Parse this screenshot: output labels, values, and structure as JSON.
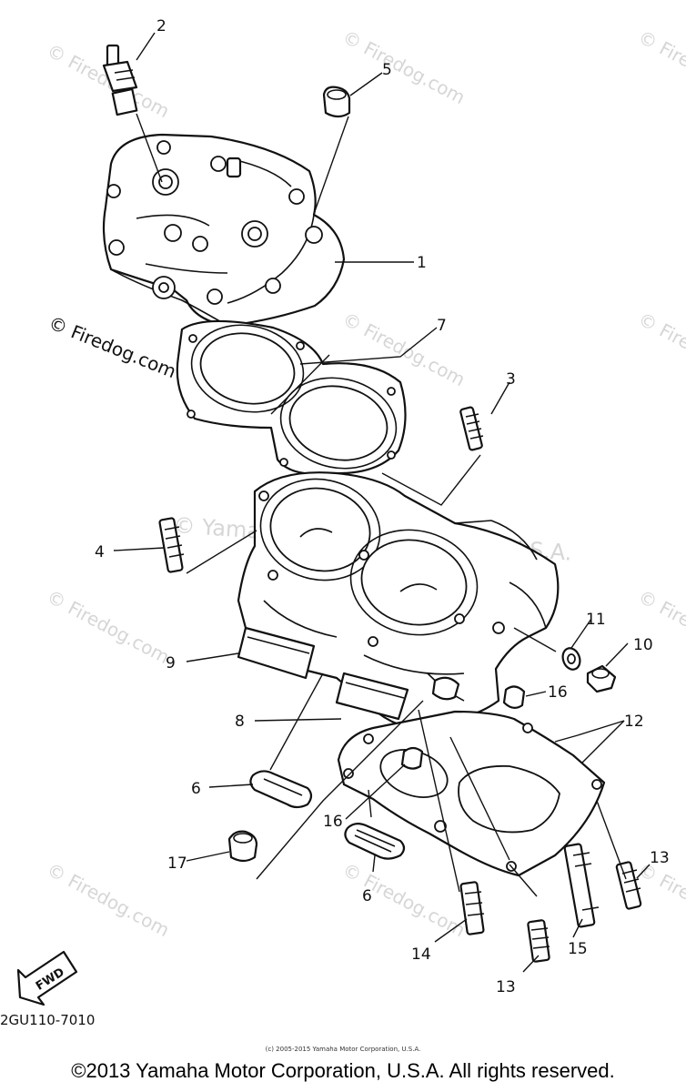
{
  "watermark": "© Firedog.com",
  "watermark_center": "© Yamaha Motor Corporation, U.S.A.",
  "callouts": {
    "p1": "1",
    "p2": "2",
    "p3": "3",
    "p4": "4",
    "p5": "5",
    "p6a": "6",
    "p6b": "6",
    "p7": "7",
    "p8": "8",
    "p9": "9",
    "p10": "10",
    "p11": "11",
    "p12": "12",
    "p13a": "13",
    "p13b": "13",
    "p14": "14",
    "p15": "15",
    "p16a": "16",
    "p16b": "16",
    "p17": "17"
  },
  "fwd_label": "FWD",
  "diagram_code": "2GU110-7010",
  "small_copyright": "(c) 2005-2015 Yamaha Motor Corporation, U.S.A.",
  "copyright": "©2013 Yamaha Motor Corporation, U.S.A. All rights reserved."
}
